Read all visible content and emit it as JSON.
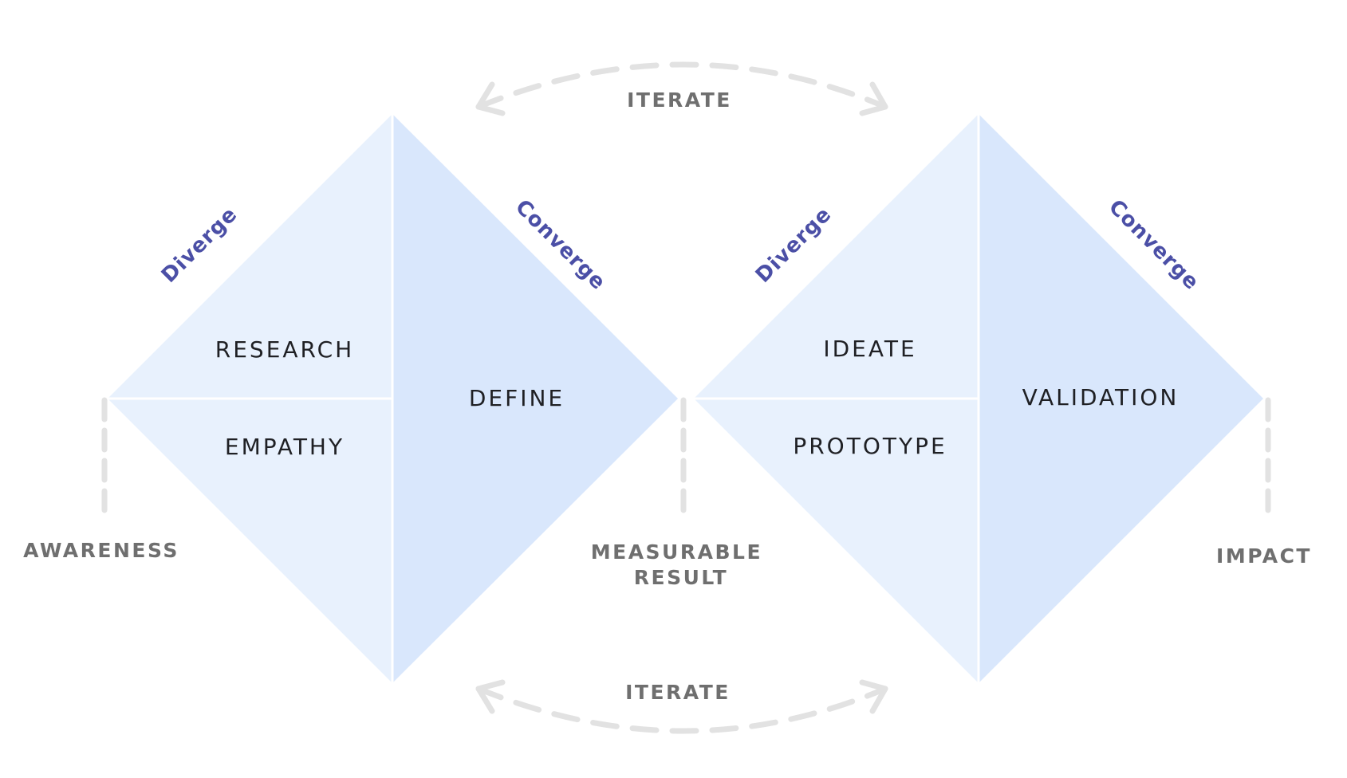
{
  "diamonds": [
    {
      "diverge_label": "Diverge",
      "converge_label": "Converge",
      "left_top_stage": "RESEARCH",
      "left_bottom_stage": "EMPATHY",
      "right_stage": "DEFINE"
    },
    {
      "diverge_label": "Diverge",
      "converge_label": "Converge",
      "left_top_stage": "IDEATE",
      "left_bottom_stage": "PROTOTYPE",
      "right_stage": "VALIDATION"
    }
  ],
  "milestones": {
    "start": [
      "AWARENESS"
    ],
    "middle": [
      "MEASURABLE",
      "RESULT"
    ],
    "end": [
      "IMPACT"
    ]
  },
  "iterate": {
    "top_label": "ITERATE",
    "bottom_label": "ITERATE"
  },
  "colors": {
    "diverge_fill": "#e8f1fd",
    "converge_fill": "#d9e7fc",
    "phase_text": "#4b4fa6",
    "milestone_text": "#6f6f6f",
    "connector": "#e2e2e2"
  }
}
